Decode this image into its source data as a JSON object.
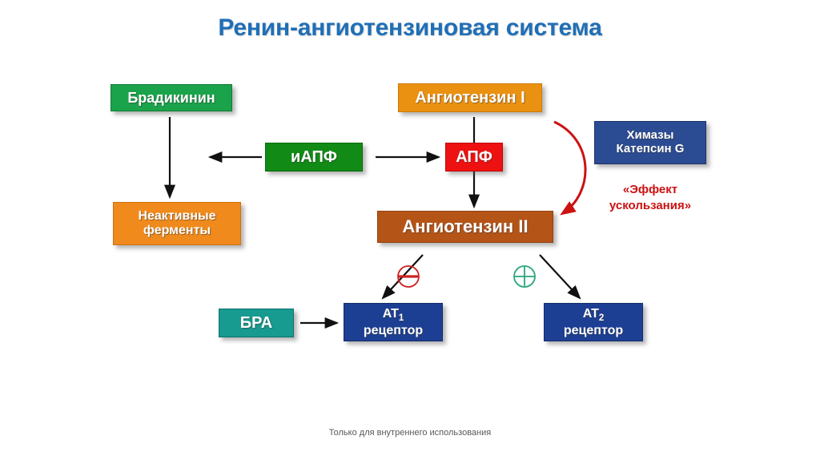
{
  "slide": {
    "title": "Ренин-ангиотензиновая система",
    "footer": "Только для внутреннего использования",
    "title_color": "#1f6fb6",
    "background": "#ffffff"
  },
  "nodes": {
    "bradykinin": {
      "label": "Брадикинин",
      "color": "#1aa34a"
    },
    "angiotensin1": {
      "label": "Ангиотензин I",
      "color": "#eb9111"
    },
    "chymase": {
      "line1": "Химазы",
      "line2": "Катепсин G",
      "color": "#2b4c93"
    },
    "acei": {
      "label": "иАПФ",
      "color": "#128a16"
    },
    "ace": {
      "label": "АПФ",
      "color": "#ee1111"
    },
    "inactive_enzymes": {
      "line1": "Неактивные",
      "line2": "ферменты",
      "color": "#f08a1c"
    },
    "angiotensin2": {
      "label": "Ангиотензин II",
      "color": "#b55417"
    },
    "arb": {
      "label": "БРА",
      "color": "#179a90"
    },
    "at1_receptor": {
      "name": "AT",
      "subscript": "1",
      "line2": "рецептор",
      "color": "#1d3f93"
    },
    "at2_receptor": {
      "name": "AT",
      "subscript": "2",
      "line2": "рецептор",
      "color": "#1d3f93"
    }
  },
  "annotations": {
    "escape_effect": {
      "line1": "«Эффект",
      "line2": "ускользания»",
      "color": "#cc1111"
    },
    "inhibition_symbol": {
      "glyph": "⊖",
      "color": "#cc2222"
    },
    "activation_symbol": {
      "glyph": "⊕",
      "color": "#2aa579"
    }
  },
  "edges": [
    {
      "name": "bradykinin-to-inactive-enzymes",
      "style": "straight-black-down"
    },
    {
      "name": "acei-to-left",
      "style": "straight-black-left"
    },
    {
      "name": "acei-to-ace",
      "style": "straight-black-right"
    },
    {
      "name": "angiotensin1-to-angiotensin2",
      "style": "straight-black-down"
    },
    {
      "name": "chymase-bypass",
      "style": "curved-red"
    },
    {
      "name": "angiotensin2-to-at1",
      "style": "straight-black-diagonal-left"
    },
    {
      "name": "angiotensin2-to-at2",
      "style": "straight-black-diagonal-right"
    },
    {
      "name": "arb-to-at1",
      "style": "straight-black-right"
    }
  ]
}
